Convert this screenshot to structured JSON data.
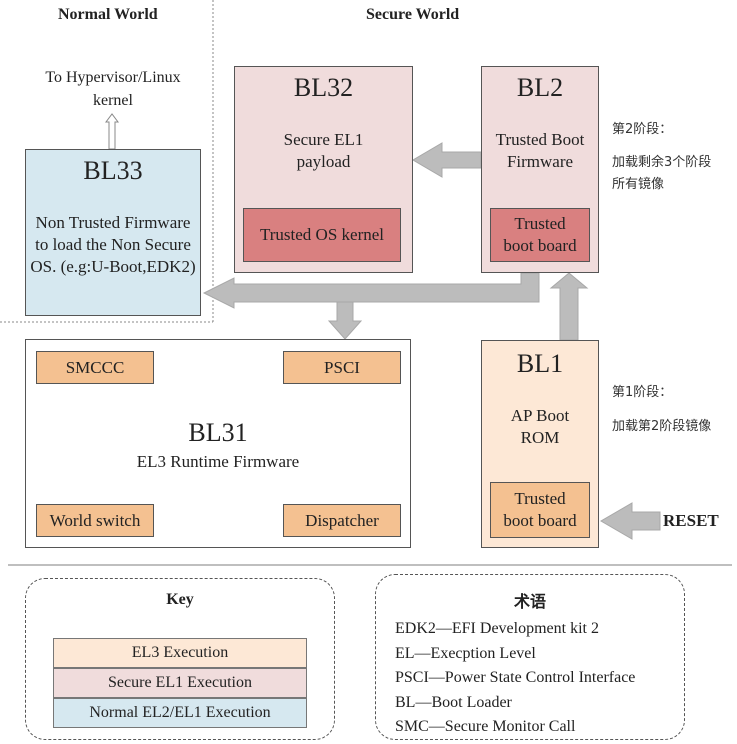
{
  "headers": {
    "normal_world": "Normal World",
    "secure_world": "Secure World"
  },
  "to_hypervisor": "To Hypervisor/Linux kernel",
  "bl33": {
    "title": "BL33",
    "desc": "Non Trusted Firmware to load the Non Secure OS. (e.g:U-Boot,EDK2)"
  },
  "bl32": {
    "title": "BL32",
    "desc": "Secure EL1 payload",
    "inner": "Trusted OS kernel"
  },
  "bl2": {
    "title": "BL2",
    "desc": "Trusted Boot Firmware",
    "inner": "Trusted boot board"
  },
  "bl31": {
    "title": "BL31",
    "desc": "EL3 Runtime Firmware",
    "smccc": "SMCCC",
    "psci": "PSCI",
    "world_switch": "World switch",
    "dispatcher": "Dispatcher"
  },
  "bl1": {
    "title": "BL1",
    "desc": "AP Boot ROM",
    "inner": "Trusted boot board"
  },
  "reset": "RESET",
  "stage2_note": {
    "line1": "第2阶段：",
    "line2": "加载剩余3个阶段",
    "line3": "所有镜像"
  },
  "stage1_note": {
    "line1": "第1阶段：",
    "line2": "加载第2阶段镜像"
  },
  "key": {
    "title": "Key",
    "el3": "EL3 Execution",
    "sel1": "Secure EL1 Execution",
    "nel": "Normal EL2/EL1 Execution"
  },
  "terms": {
    "title": "术语",
    "items": [
      "EDK2—EFI Development kit 2",
      "EL—Execption Level",
      "PSCI—Power State Control Interface",
      "BL—Boot Loader",
      "SMC—Secure Monitor Call"
    ]
  },
  "colors": {
    "el3": "#fde8d6",
    "el3_inner": "#f4c191",
    "secure_el1": "#f0dcdc",
    "secure_inner": "#d98080",
    "normal": "#d6e8f0",
    "arrow": "#bcbcbc"
  }
}
